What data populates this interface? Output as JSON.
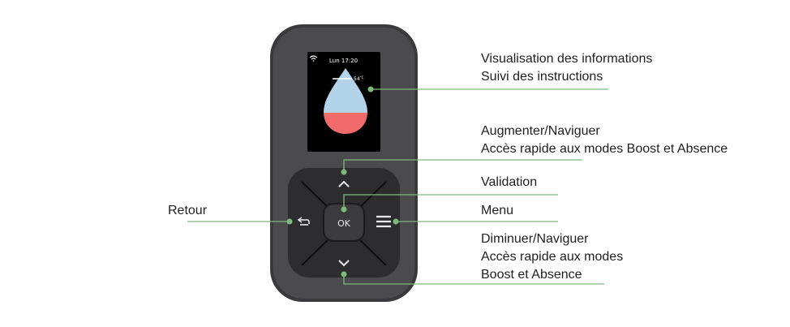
{
  "device": {
    "screen": {
      "clock": "Lun 17:20",
      "temperature": "54",
      "temperature_unit": "°C",
      "wifi_icon": "wifi-icon",
      "drop_icon": "water-drop-icon",
      "colors": {
        "drop_cold": "#b3d3ea",
        "drop_hot": "#f16b6b"
      }
    },
    "buttons": {
      "ok_label": "OK",
      "up_icon": "chevron-up-icon",
      "down_icon": "chevron-down-icon",
      "back_icon": "back-arrow-icon",
      "menu_icon": "menu-icon"
    }
  },
  "callouts": {
    "retour": "Retour",
    "screen_line1": "Visualisation des informations",
    "screen_line2": "Suivi des instructions",
    "up_line1": "Augmenter/Naviguer",
    "up_line2": "Accès rapide aux modes Boost et Absence",
    "ok": "Validation",
    "menu": "Menu",
    "down_line1": "Diminuer/Naviguer",
    "down_line2": "Accès rapide aux modes",
    "down_line3": "Boost et Absence"
  },
  "colors": {
    "leader_line": "#7dbb7d",
    "body": "#4a4a4c",
    "body_edge": "#3a3a3c",
    "keypad": "#2c2c2e"
  }
}
